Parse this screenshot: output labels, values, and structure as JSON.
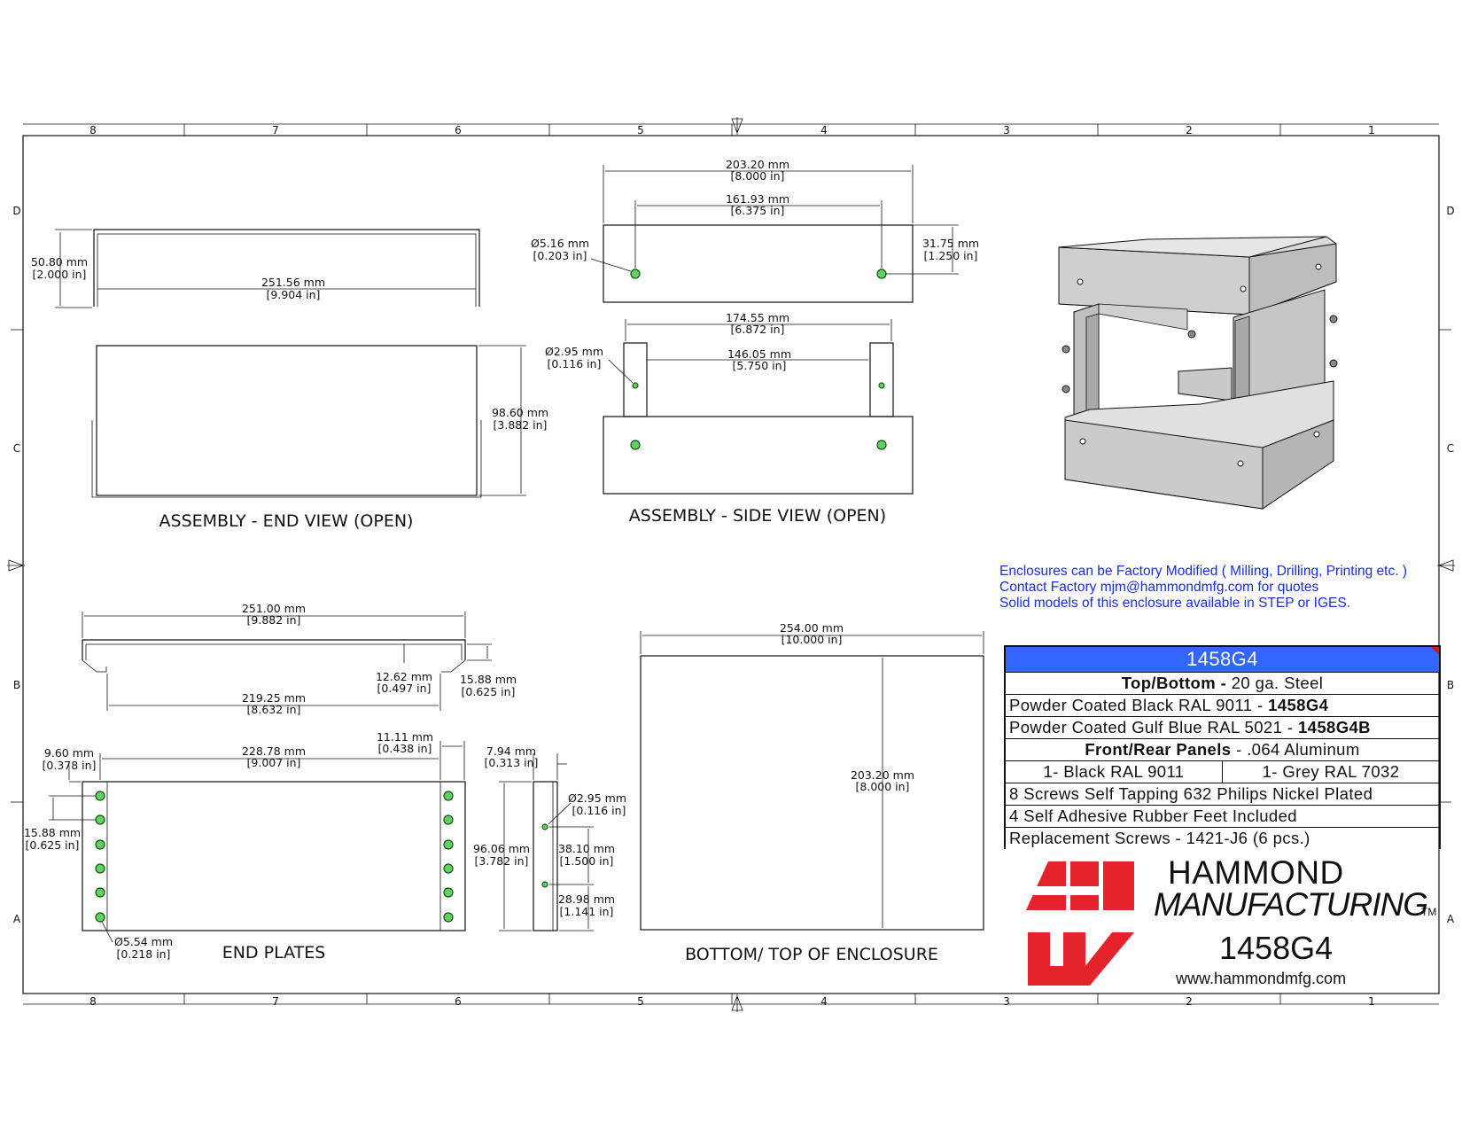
{
  "border": {
    "col_labels": [
      "8",
      "7",
      "6",
      "5",
      "4",
      "3",
      "2",
      "1"
    ],
    "row_labels": [
      "D",
      "C",
      "B",
      "A"
    ]
  },
  "views": {
    "end_view": {
      "title": "ASSEMBLY - END VIEW (OPEN)",
      "dims": [
        {
          "mm": "50.80 mm",
          "in": "[2.000 in]"
        },
        {
          "mm": "251.56 mm",
          "in": "[9.904 in]"
        },
        {
          "mm": "98.60 mm",
          "in": "[3.882 in]"
        }
      ]
    },
    "side_view": {
      "title": "ASSEMBLY - SIDE VIEW (OPEN)",
      "dims": [
        {
          "mm": "203.20 mm",
          "in": "[8.000 in]"
        },
        {
          "mm": "161.93 mm",
          "in": "[6.375 in]"
        },
        {
          "mm": "Ø5.16 mm",
          "in": "[0.203 in]"
        },
        {
          "mm": "31.75 mm",
          "in": "[1.250 in]"
        },
        {
          "mm": "174.55 mm",
          "in": "[6.872 in]"
        },
        {
          "mm": "146.05 mm",
          "in": "[5.750 in]"
        },
        {
          "mm": "Ø2.95 mm",
          "in": "[0.116 in]"
        }
      ]
    },
    "end_plates": {
      "title": "END PLATES",
      "dims": [
        {
          "mm": "251.00 mm",
          "in": "[9.882 in]"
        },
        {
          "mm": "12.62 mm",
          "in": "[0.497 in]"
        },
        {
          "mm": "15.88 mm",
          "in": "[0.625 in]"
        },
        {
          "mm": "219.25 mm",
          "in": "[8.632 in]"
        },
        {
          "mm": "9.60 mm",
          "in": "[0.378 in]"
        },
        {
          "mm": "228.78 mm",
          "in": "[9.007 in]"
        },
        {
          "mm": "11.11 mm",
          "in": "[0.438 in]"
        },
        {
          "mm": "7.94 mm",
          "in": "[0.313 in]"
        },
        {
          "mm": "15.88 mm",
          "in": "[0.625 in]"
        },
        {
          "mm": "96.06 mm",
          "in": "[3.782 in]"
        },
        {
          "mm": "Ø2.95 mm",
          "in": "[0.116 in]"
        },
        {
          "mm": "38.10 mm",
          "in": "[1.500 in]"
        },
        {
          "mm": "28.98 mm",
          "in": "[1.141 in]"
        },
        {
          "mm": "Ø5.54 mm",
          "in": "[0.218 in]"
        }
      ]
    },
    "bottom_view": {
      "title": "BOTTOM/ TOP OF ENCLOSURE",
      "dims": [
        {
          "mm": "254.00 mm",
          "in": "[10.000 in]"
        },
        {
          "mm": "203.20 mm",
          "in": "[8.000 in]"
        }
      ]
    }
  },
  "notes": [
    "Enclosures can be Factory Modified ( Milling, Drilling, Printing etc. )",
    "Contact Factory mjm@hammondmfg.com for quotes",
    "Solid models of this enclosure available in STEP or IGES."
  ],
  "spec": {
    "header": "1458G4",
    "top_bottom_bold": "Top/Bottom -",
    "top_bottom_rest": " 20 ga. Steel",
    "black_text": "Powder Coated Black RAL 9011 - ",
    "black_part": "1458G4",
    "blue_text": "Powder Coated Gulf Blue RAL 5021 - ",
    "blue_part": "1458G4B",
    "panels_bold": "Front/Rear Panels",
    "panels_rest": " - .064 Aluminum",
    "panel_black": "1- Black RAL 9011",
    "panel_grey": "1- Grey RAL 7032",
    "screws": "8 Screws Self Tapping 632 Philips Nickel Plated",
    "feet": "4 Self Adhesive Rubber Feet Included",
    "replacement": "Replacement Screws - 1421-J6 (6 pcs.)"
  },
  "logo": {
    "line1": "HAMMOND",
    "line2": "MANUFACTURING",
    "tm": "TM",
    "part": "1458G4",
    "url": "www.hammondmfg.com",
    "brand_color": "#e3222a"
  }
}
